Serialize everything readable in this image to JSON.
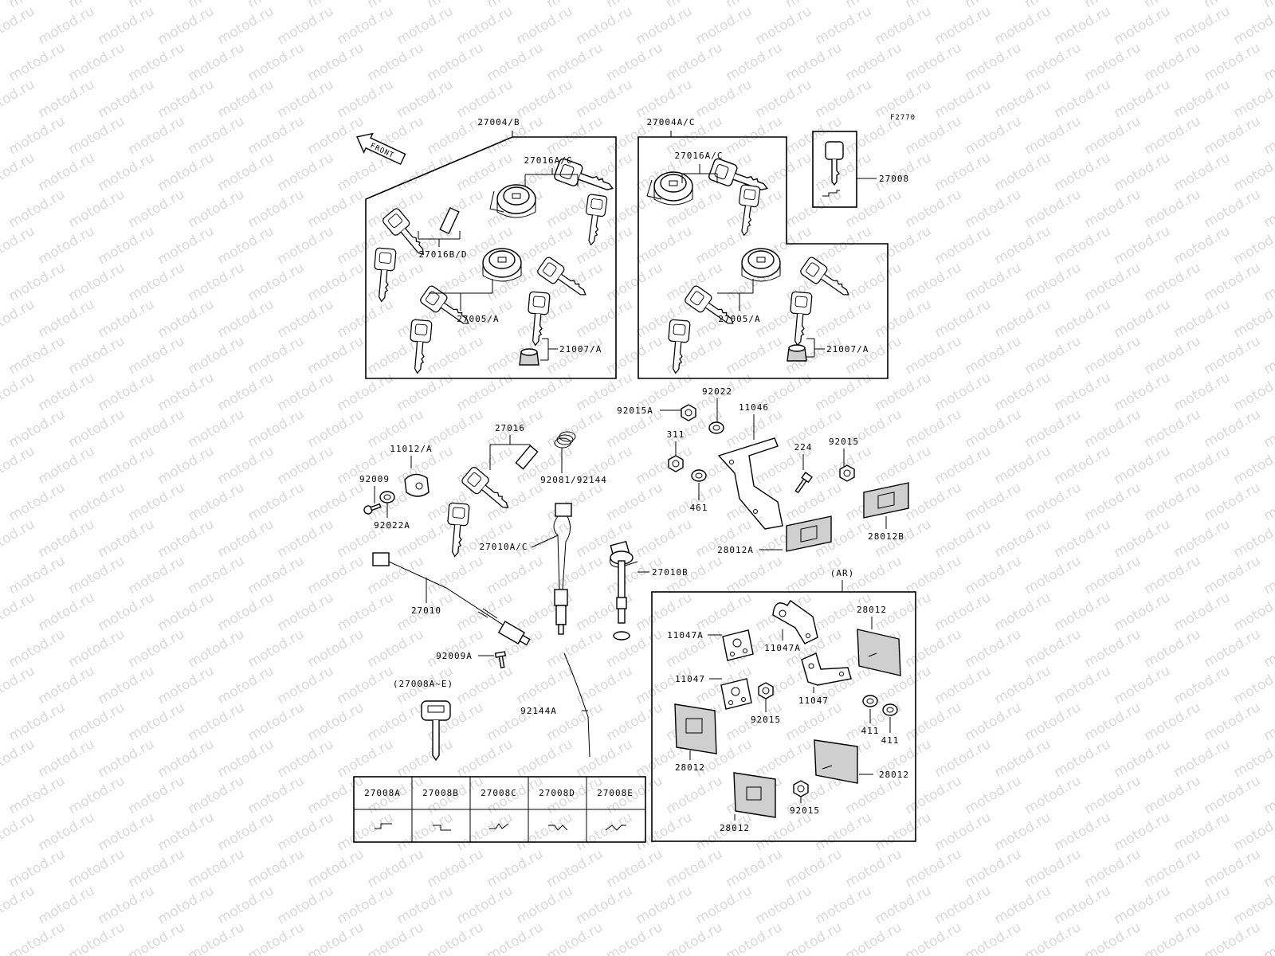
{
  "watermark": "motod.ru",
  "figure_code": "F2770",
  "front_marker": "FRONT",
  "region_marker": "(AR)",
  "box_labels": {
    "set_b": "27004/B",
    "set_ac": "27004A/C"
  },
  "parts": {
    "p27016A_C_left": "27016A/C",
    "p27016B_D": "27016B/D",
    "p27005_A_left": "27005/A",
    "p21007_A_left": "21007/A",
    "p27016A_C_right": "27016A/C",
    "p27005_A_right": "27005/A",
    "p21007_A_right": "21007/A",
    "p27008": "27008",
    "p27016": "27016",
    "p11012_A": "11012/A",
    "p92009": "92009",
    "p92022A": "92022A",
    "p92081_92144": "92081/92144",
    "p27010A_C": "27010A/C",
    "p27010": "27010",
    "p92009A": "92009A",
    "p27008A_E": "(27008A~E)",
    "p92144A": "92144A",
    "p27010B": "27010B",
    "p92015A": "92015A",
    "p92022": "92022",
    "p11046": "11046",
    "p311": "311",
    "p224": "224",
    "p92015_top": "92015",
    "p461": "461",
    "p28012A": "28012A",
    "p28012B": "28012B",
    "ar_11047A_left": "11047A",
    "ar_11047A_right": "11047A",
    "ar_28012_top": "28012",
    "ar_11047_left": "11047",
    "ar_11047_right": "11047",
    "ar_92015_left": "92015",
    "ar_411_a": "411",
    "ar_411_b": "411",
    "ar_28012_left": "28012",
    "ar_28012_right": "28012",
    "ar_92015_bottom": "92015",
    "ar_28012_bottom": "28012"
  },
  "key_table": {
    "headers": [
      "27008A",
      "27008B",
      "27008C",
      "27008D",
      "27008E"
    ]
  }
}
